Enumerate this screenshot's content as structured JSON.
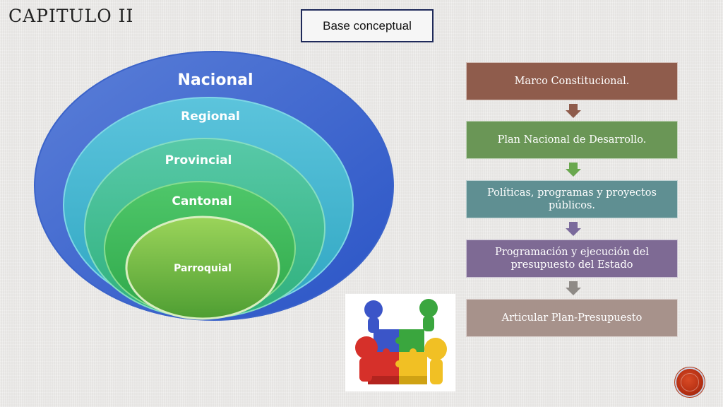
{
  "slide": {
    "title": "CAPITULO II",
    "base_label": "Base conceptual"
  },
  "levels": [
    {
      "label": "Nacional"
    },
    {
      "label": "Regional"
    },
    {
      "label": "Provincial"
    },
    {
      "label": "Cantonal"
    },
    {
      "label": "Parroquial"
    }
  ],
  "flow": [
    {
      "label": "Marco Constitucional.",
      "color": "#8f5c4c"
    },
    {
      "label": "Plan Nacional de Desarrollo.",
      "color": "#6a9656"
    },
    {
      "label": "Políticas, programas y proyectos públicos.",
      "color": "#5f8f92"
    },
    {
      "label": "Programación y ejecución del presupuesto del Estado",
      "color": "#7e6a94"
    },
    {
      "label": "Articular Plan-Presupuesto",
      "color": "#a7928b"
    }
  ],
  "arrow_colors": [
    "#8f5c4c",
    "#6aa84f",
    "#7b6a9c",
    "#8e8a86"
  ],
  "image": {
    "name": "puzzle-people-illustration"
  }
}
